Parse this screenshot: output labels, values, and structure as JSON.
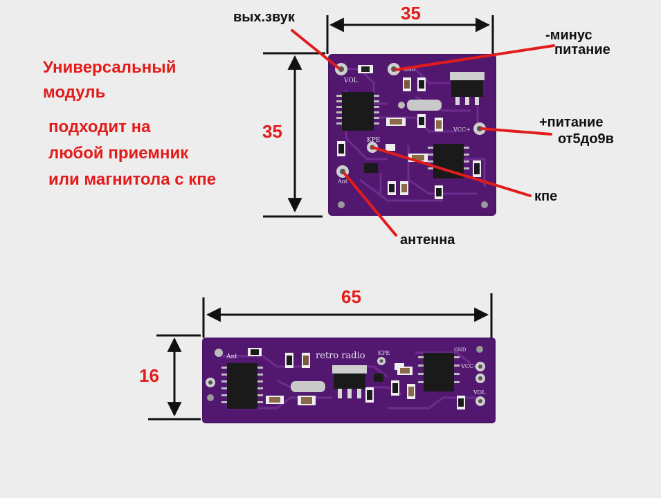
{
  "description": {
    "line1": "Универсальный",
    "line2": "модуль",
    "line3": "подходит на",
    "line4": "любой приемник",
    "line5": "или магнитола с кпе"
  },
  "dimensions": {
    "top_width": "35",
    "top_height": "35",
    "bottom_width": "65",
    "bottom_height": "16"
  },
  "annotations": {
    "audio_out": "вых.звук",
    "minus_line1": "-минус",
    "minus_line2": "питание",
    "plus_line1": "+питание",
    "plus_line2": "от5до9в",
    "kpe": "кпе",
    "antenna": "антенна"
  },
  "silkscreen": {
    "vol": "VOL",
    "gnd": "GND",
    "vcc": "VCC+",
    "kpe": "KPE",
    "ant": "Ant",
    "brand": "retro radio"
  },
  "colors": {
    "pcb": "#4a1466",
    "pcb_dark": "#3a0d52",
    "trace": "#6b2a8a",
    "annotation_red": "#e21b1b",
    "dimension_line": "#111111"
  }
}
